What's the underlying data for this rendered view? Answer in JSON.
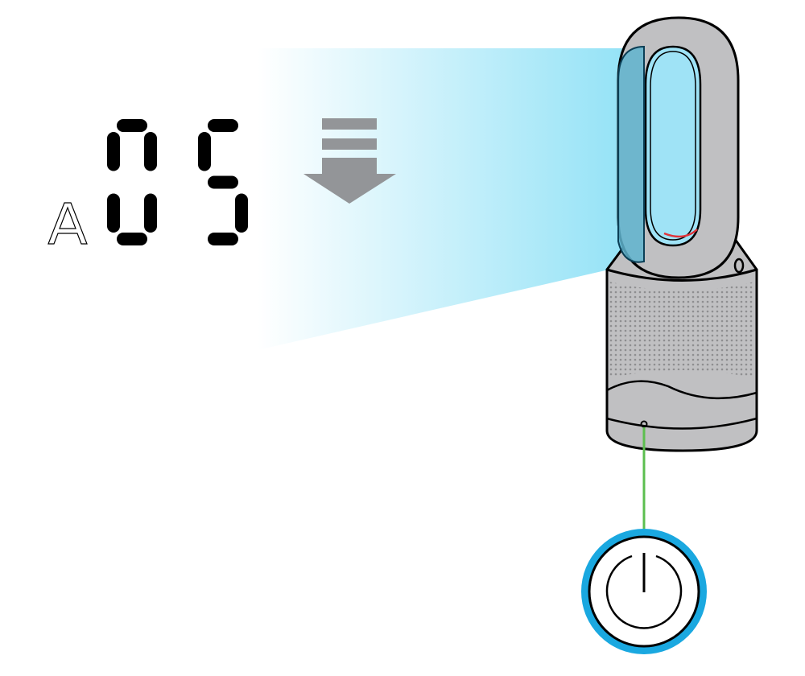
{
  "illustration": {
    "display": {
      "mode_letter": "A",
      "mode_meaning": "auto mode",
      "value": "05"
    },
    "airflow_icon": "airflow-down-arrow-icon",
    "device": "bladeless-purifier-fan",
    "power_button": {
      "icon": "power-icon",
      "label": "Power"
    }
  },
  "colors": {
    "beam": "#8fe1f6",
    "loop_overlay": "#5fb4cf",
    "device_body": "#c0c0c2",
    "outline": "#000000",
    "arrow": "#939598",
    "leader_line": "#5cbf4f",
    "power_ring": "#1aa8e0",
    "accent_red": "#e0343a"
  }
}
